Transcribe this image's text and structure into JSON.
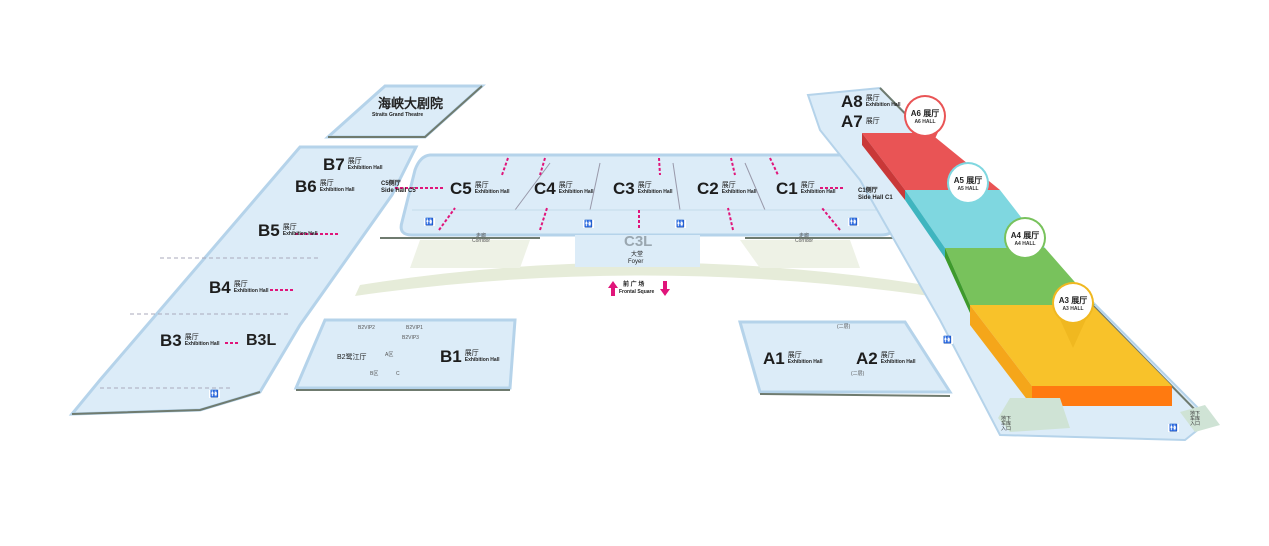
{
  "colors": {
    "floor": "#dcecf8",
    "edge": "#b5d3ea",
    "shadow": "#6f7b6f",
    "path": "#e8efe0",
    "a6": "#e95455",
    "a5": "#7fd7e0",
    "a4": "#78c25c",
    "a3": "#f8c22a",
    "a3_side": "#ff7a10",
    "arrow": "#e0157a"
  },
  "theatre": {
    "zh": "海峡大剧院",
    "en": "Straits Grand Theatre"
  },
  "hall_suffix": {
    "zh": "展厅",
    "en": "Exhibition Hall"
  },
  "b_halls": [
    {
      "code": "B7"
    },
    {
      "code": "B6"
    },
    {
      "code": "B5"
    },
    {
      "code": "B4"
    },
    {
      "code": "B3"
    }
  ],
  "b3l": "B3L",
  "side_c5": {
    "zh": "C5侧厅",
    "en": "Side Hall C5"
  },
  "side_c1": {
    "zh": "C1侧厅",
    "en": "Side Hall C1"
  },
  "c_halls": [
    {
      "code": "C5"
    },
    {
      "code": "C4"
    },
    {
      "code": "C3"
    },
    {
      "code": "C2"
    },
    {
      "code": "C1"
    }
  ],
  "corridor": {
    "zh": "走廊",
    "en": "Corridor"
  },
  "foyer": {
    "code": "C3L",
    "zh": "大堂",
    "en": "Foyer"
  },
  "frontal_square": {
    "zh": "前 广 场",
    "en": "Frontal Square"
  },
  "b1": {
    "code": "B1",
    "b2": "B2鹭江厅",
    "rooms": [
      "B2VIP2",
      "B2VIP1",
      "B2VIP3",
      "A区",
      "B区",
      "C"
    ]
  },
  "a_halls": [
    {
      "code": "A1"
    },
    {
      "code": "A2"
    },
    {
      "code": "A8"
    },
    {
      "code": "A7"
    }
  ],
  "second_floor": "(二层)",
  "pins": [
    {
      "code": "A6",
      "zh": "展厅",
      "en": "A6 HALL"
    },
    {
      "code": "A5",
      "zh": "展厅",
      "en": "A5 HALL"
    },
    {
      "code": "A4",
      "zh": "展厅",
      "en": "A4 HALL"
    },
    {
      "code": "A3",
      "zh": "展厅",
      "en": "A3 HALL"
    }
  ],
  "underground_entrance": "地下车库入口",
  "restroom_icon": "restroom-icon"
}
